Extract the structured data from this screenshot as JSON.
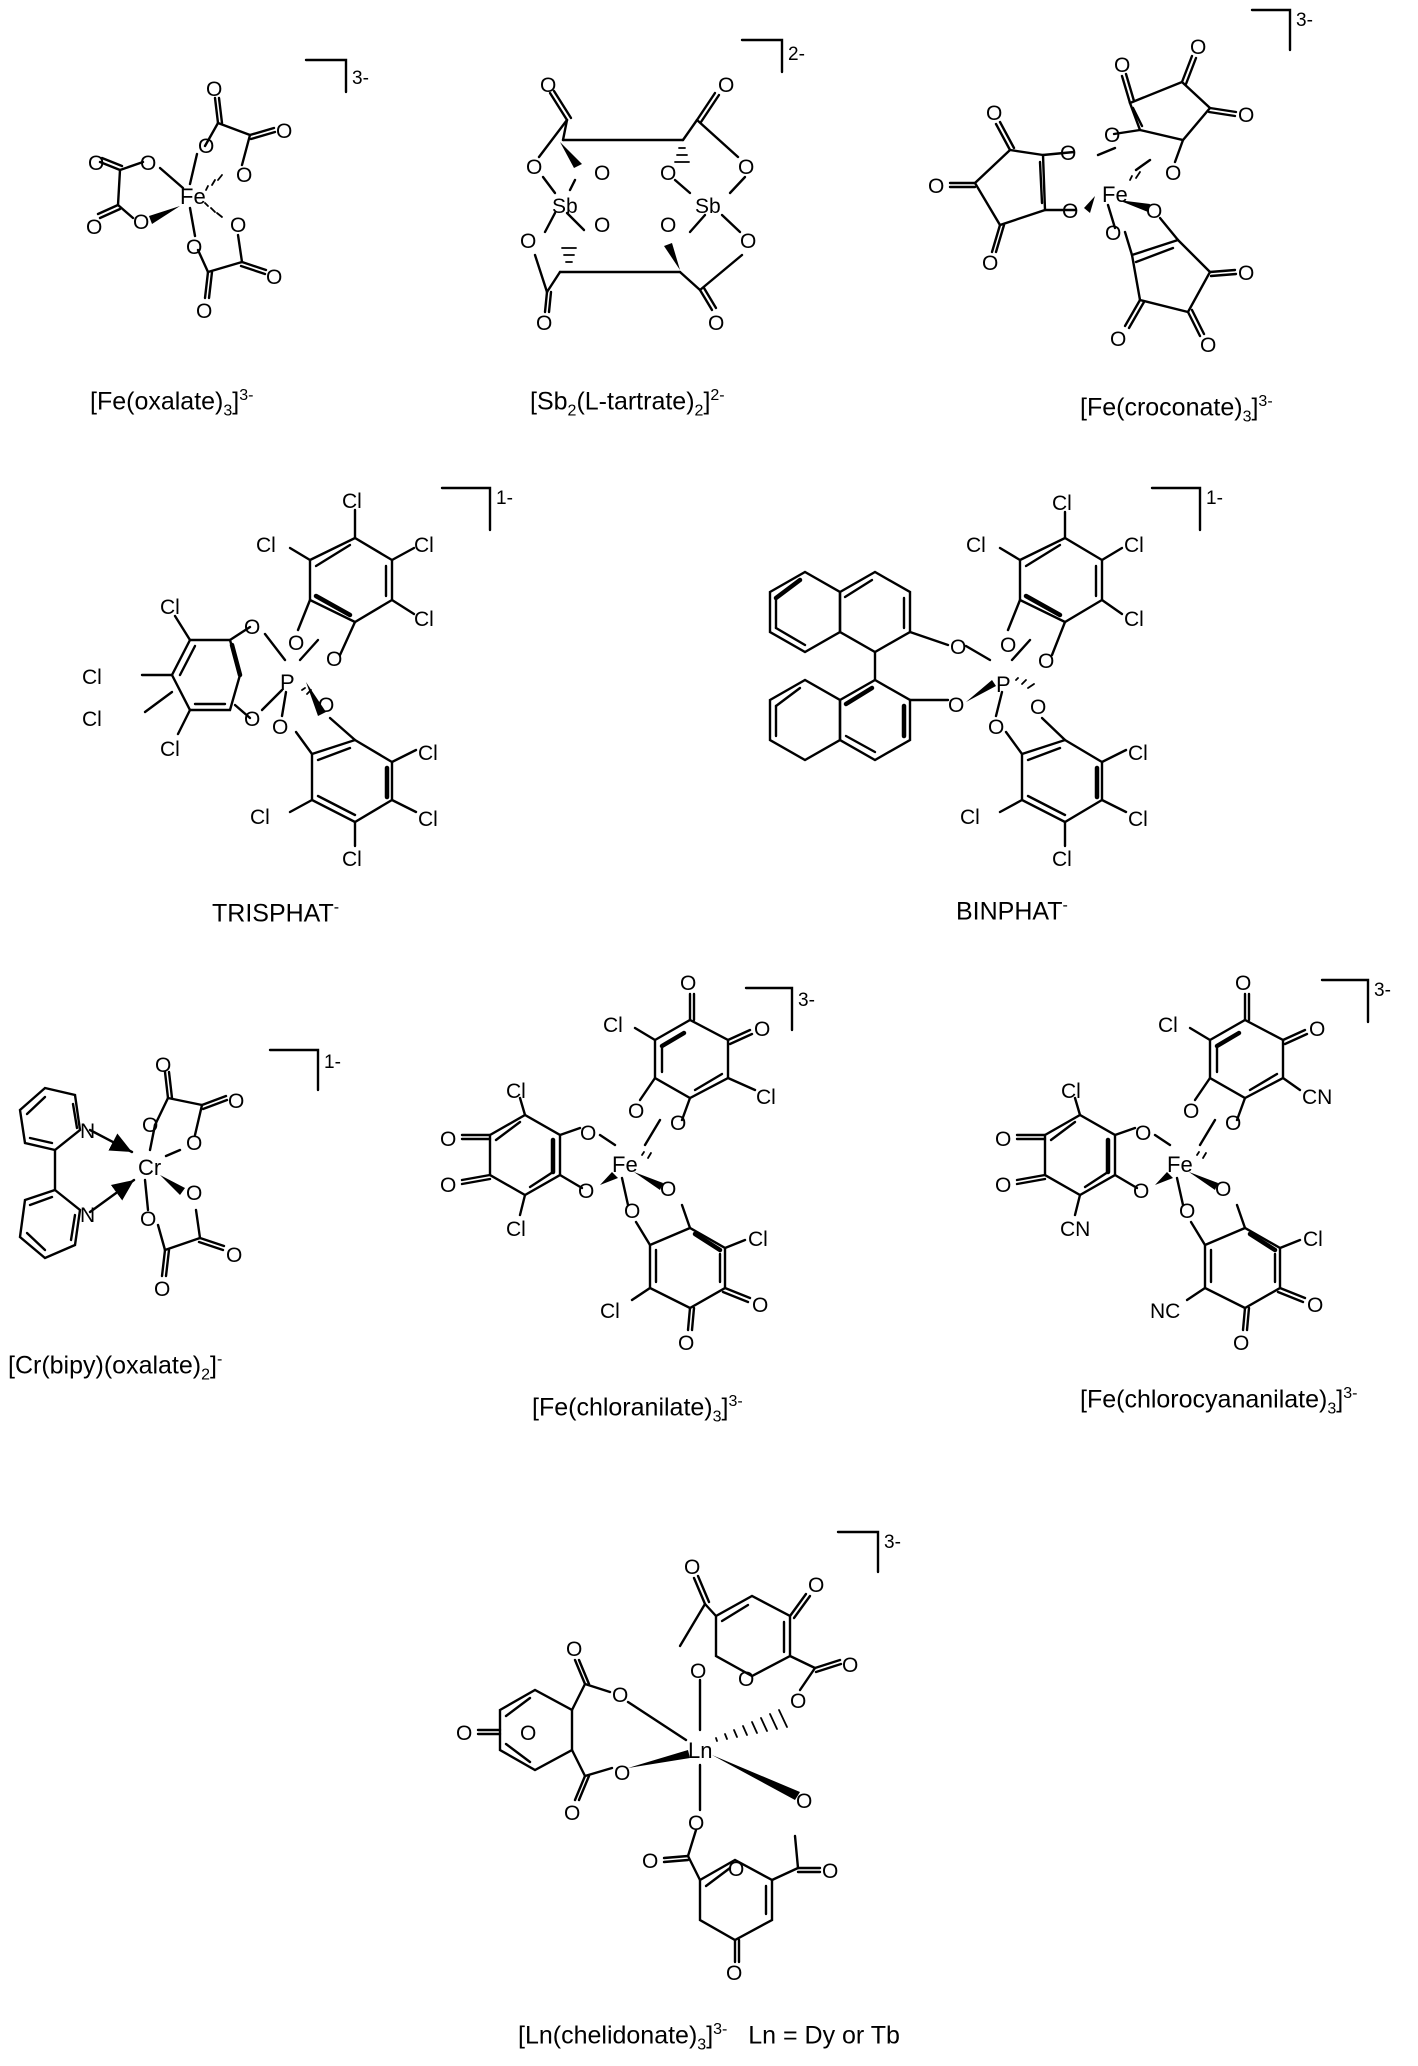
{
  "compounds": [
    {
      "id": "fe-oxalate",
      "charge": "3-",
      "caption": {
        "pre": "[Fe(oxalate)",
        "sub": "3",
        "mid": "]",
        "sup": "3-",
        "post": ""
      }
    },
    {
      "id": "sb-tartrate",
      "charge": "2-",
      "caption": {
        "pre": "[Sb",
        "sub": "2",
        "mid": "(L-tartrate)",
        "sub2": "2",
        "mid2": "]",
        "sup": "2-",
        "post": ""
      }
    },
    {
      "id": "fe-croconate",
      "charge": "3-",
      "caption": {
        "pre": "[Fe(croconate)",
        "sub": "3",
        "mid": "]",
        "sup": "3-",
        "post": ""
      }
    },
    {
      "id": "trisphat",
      "charge": "1-",
      "caption": {
        "pre": "TRISPHAT",
        "sup": "-"
      }
    },
    {
      "id": "binphat",
      "charge": "1-",
      "caption": {
        "pre": "BINPHAT",
        "sup": "-"
      }
    },
    {
      "id": "cr-bipy-oxalate",
      "charge": "1-",
      "caption": {
        "pre": "[Cr(bipy)(oxalate)",
        "sub": "2",
        "mid": "]",
        "sup": "-"
      }
    },
    {
      "id": "fe-chloranilate",
      "charge": "3-",
      "caption": {
        "pre": "[Fe(chloranilate)",
        "sub": "3",
        "mid": "]",
        "sup": "3-"
      }
    },
    {
      "id": "fe-chlorocyananilate",
      "charge": "3-",
      "caption": {
        "pre": "[Fe(chlorocyananilate)",
        "sub": "3",
        "mid": "]",
        "sup": "3-"
      }
    },
    {
      "id": "ln-chelidonate",
      "charge": "3-",
      "caption": {
        "pre": "[Ln(chelidonate)",
        "sub": "3",
        "mid": "]",
        "sup": "3-",
        "post": "   Ln = Dy or Tb"
      }
    }
  ],
  "atoms": {
    "O": "O",
    "Cl": "Cl",
    "CN": "CN",
    "NC": "NC",
    "N": "N",
    "Fe": "Fe",
    "Sb": "Sb",
    "P": "P",
    "Cr": "Cr",
    "Ln": "Ln"
  }
}
